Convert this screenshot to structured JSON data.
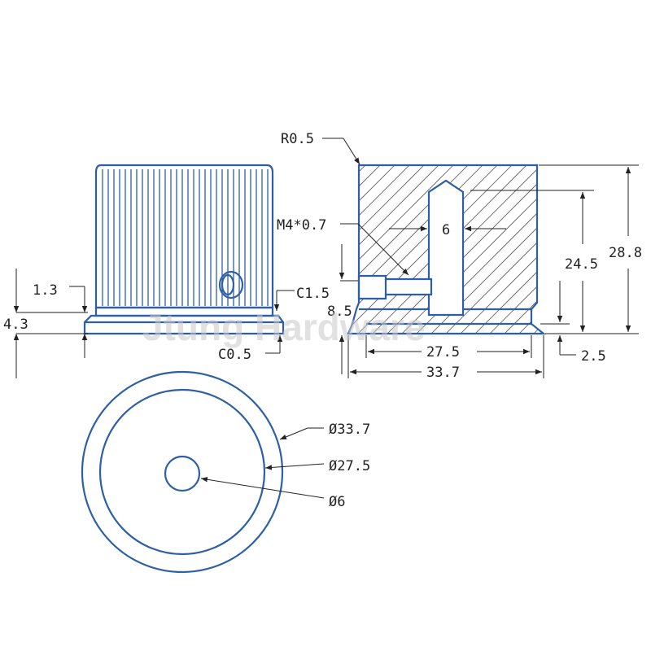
{
  "watermark": "Jtung Hardware",
  "side_view": {
    "dim_top_step": "1.3",
    "dim_height": "4.3",
    "dim_chamfer_c15": "C1.5",
    "dim_chamfer_c05": "C0.5"
  },
  "section_view": {
    "dim_radius": "R0.5",
    "dim_thread": "M4*0.7",
    "dim_bore": "6",
    "dim_bore_depth": "24.5",
    "dim_total_height": "28.8",
    "dim_screw_height": "8.5",
    "dim_flange": "2.5",
    "dim_inner_width": "27.5",
    "dim_outer_width": "33.7"
  },
  "top_view": {
    "dim_outer_dia": "Ø33.7",
    "dim_inner_dia": "Ø27.5",
    "dim_hole_dia": "Ø6"
  }
}
